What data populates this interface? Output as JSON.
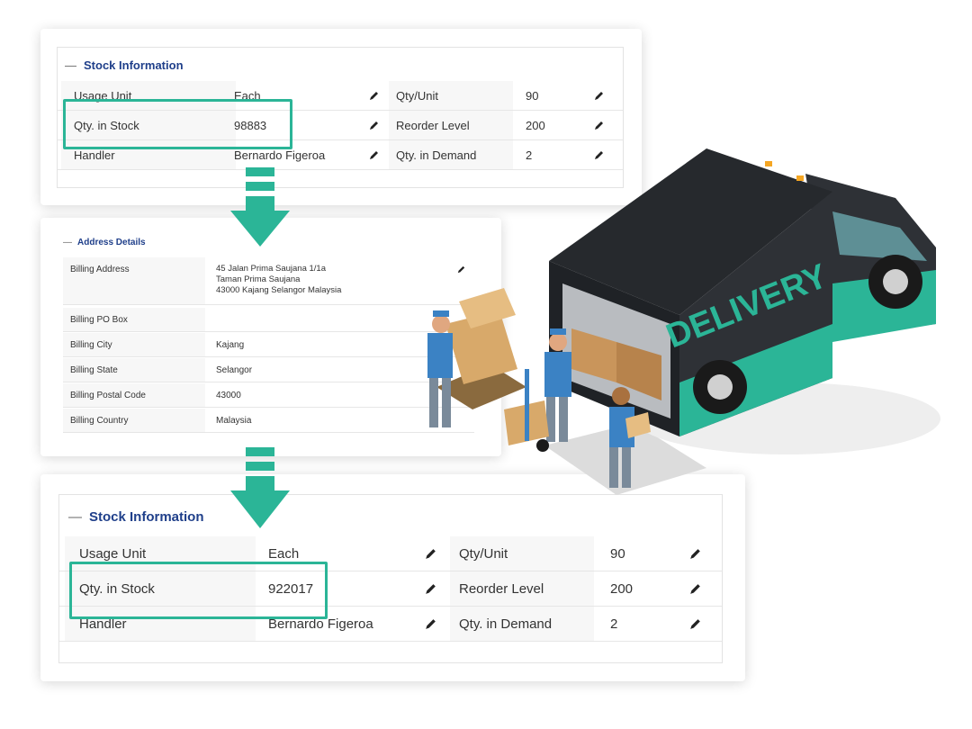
{
  "stock_before": {
    "title": "Stock Information",
    "rows": [
      {
        "label": "Usage Unit",
        "value": "Each",
        "label2": "Qty/Unit",
        "value2": "90"
      },
      {
        "label": "Qty. in Stock",
        "value": "98883",
        "label2": "Reorder Level",
        "value2": "200"
      },
      {
        "label": "Handler",
        "value": "Bernardo Figeroa",
        "label2": "Qty. in Demand",
        "value2": "2"
      }
    ]
  },
  "address": {
    "title": "Address Details",
    "rows": [
      {
        "label": "Billing Address",
        "lines": [
          "45 Jalan Prima Saujana 1/1a",
          "Taman Prima Saujana",
          "43000 Kajang Selangor Malaysia"
        ]
      },
      {
        "label": "Billing PO Box",
        "value": ""
      },
      {
        "label": "Billing City",
        "value": "Kajang"
      },
      {
        "label": "Billing State",
        "value": "Selangor"
      },
      {
        "label": "Billing Postal Code",
        "value": "43000"
      },
      {
        "label": "Billing Country",
        "value": "Malaysia"
      }
    ]
  },
  "stock_after": {
    "title": "Stock Information",
    "rows": [
      {
        "label": "Usage Unit",
        "value": "Each",
        "label2": "Qty/Unit",
        "value2": "90"
      },
      {
        "label": "Qty. in Stock",
        "value": "922017",
        "label2": "Reorder Level",
        "value2": "200"
      },
      {
        "label": "Handler",
        "value": "Bernardo Figeroa",
        "label2": "Qty. in Demand",
        "value2": "2"
      }
    ]
  },
  "truck": {
    "text": "DELIVERY"
  },
  "colors": {
    "accent": "#2bb597",
    "title": "#1f3f8a",
    "truck_body": "#2e3136",
    "truck_trim": "#2bb597"
  },
  "icons": [
    "pencil-icon",
    "arrow-down-icon",
    "delivery-truck-illustration"
  ]
}
